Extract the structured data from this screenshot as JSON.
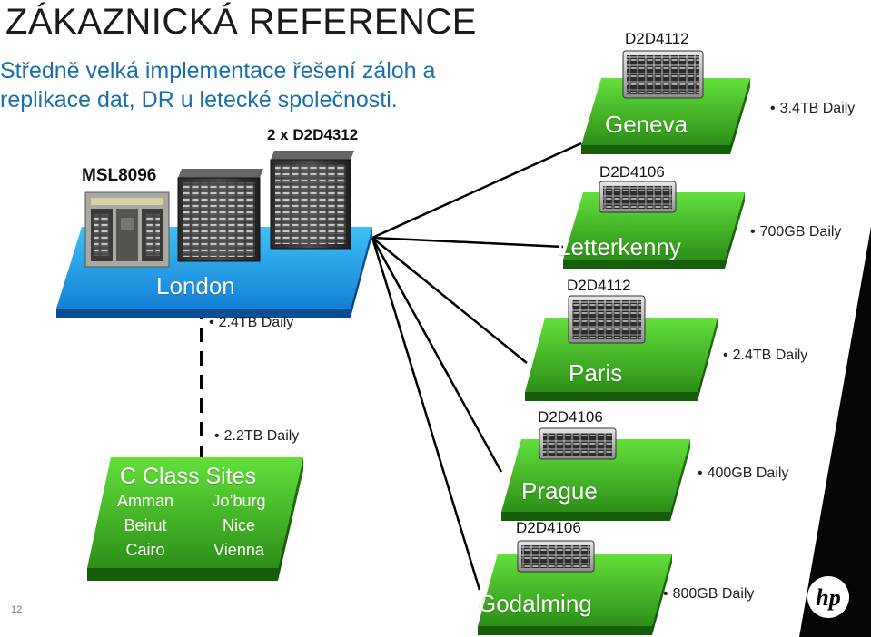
{
  "slide": {
    "title": "ZÁKAZNICKÁ REFERENCE",
    "subtitle_line1": "Středně velká implementace řešení záloh a",
    "subtitle_line2": "replikace dat, DR u letecké společnosti.",
    "page_number": "12"
  },
  "london": {
    "name": "London",
    "library_label": "MSL8096",
    "storage_label": "2 x D2D4312"
  },
  "sites": [
    {
      "name": "Geneva",
      "device": "D2D4112",
      "rate": "3.4TB Daily"
    },
    {
      "name": "Letterkenny",
      "device": "D2D4106",
      "rate": "700GB Daily"
    },
    {
      "name": "Paris",
      "device": "D2D4112",
      "rate": "2.4TB Daily"
    },
    {
      "name": "Prague",
      "device": "D2D4106",
      "rate": "400GB Daily"
    },
    {
      "name": "Godalming",
      "device": "D2D4106",
      "rate": "800GB Daily"
    }
  ],
  "link_rates": {
    "london_to_cclass_top": "2.4TB Daily",
    "london_to_cclass_bottom": "2.2TB Daily"
  },
  "cclass": {
    "title": "C Class Sites",
    "left_column": [
      "Amman",
      "Beirut",
      "Cairo"
    ],
    "right_column": [
      "Jo’burg",
      "Nice",
      "Vienna"
    ]
  },
  "colors": {
    "green_light": "#4fd12a",
    "green_dark": "#1f7a12",
    "blue_light": "#2fb3f0",
    "blue_dark": "#0a5fb0",
    "line": "#000000"
  },
  "icons": {
    "brand_logo": "hp-logo-icon",
    "tape_library": "tape-library-icon",
    "rack_storage": "storage-rack-icon"
  }
}
